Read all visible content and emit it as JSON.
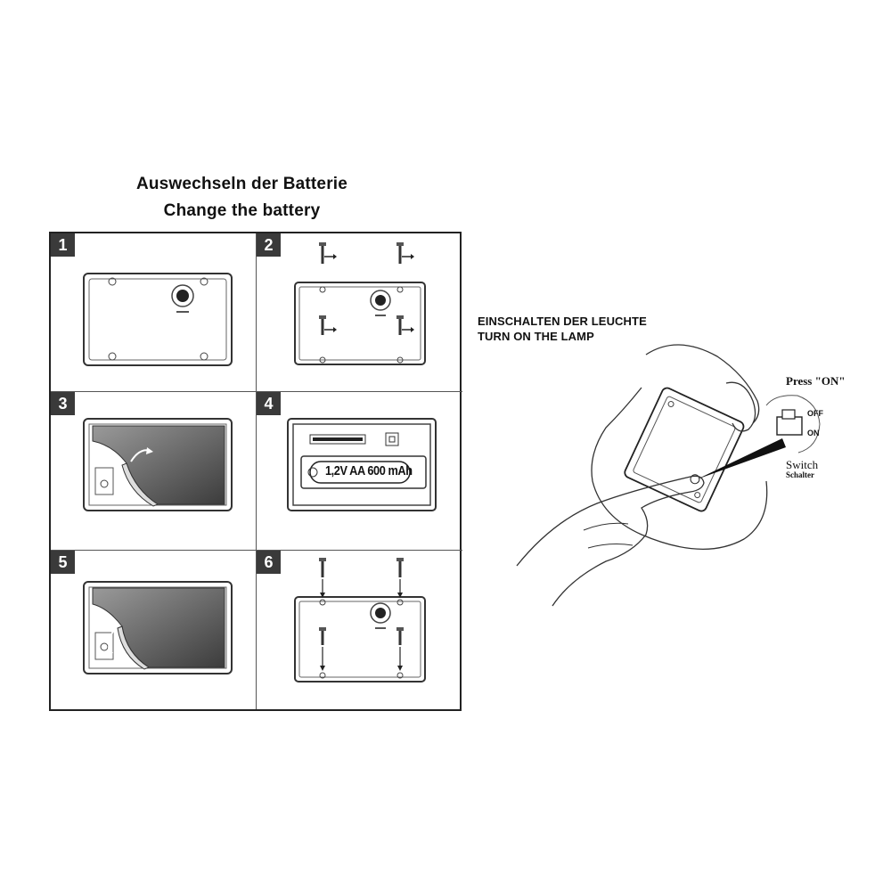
{
  "title": {
    "german": "Auswechseln der Batterie",
    "english": "Change the battery"
  },
  "steps": [
    {
      "number": "1"
    },
    {
      "number": "2"
    },
    {
      "number": "3"
    },
    {
      "number": "4",
      "battery_label": "1,2V AA 600 mAh"
    },
    {
      "number": "5"
    },
    {
      "number": "6"
    }
  ],
  "lamp": {
    "label_german": "EINSCHALTEN DER LEUCHTE",
    "label_english": "TURN ON THE LAMP",
    "press_label": "Press \"ON\"",
    "off_label": "OFF",
    "on_label": "ON",
    "switch_label": "Switch",
    "switch_label_german": "Schalter"
  }
}
